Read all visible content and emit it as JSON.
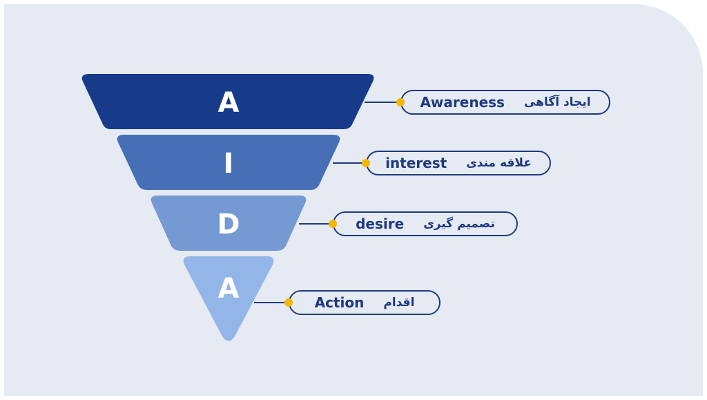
{
  "colors": {
    "background": "#e6eaf3",
    "level_1": "#173a8a",
    "level_2": "#466fb5",
    "level_3": "#7599d2",
    "level_4": "#93b5e8",
    "outline": "#1d3a7e",
    "dot": "#f5b800"
  },
  "funnel": {
    "levels": [
      {
        "letter": "A",
        "english": "Awareness",
        "persian": "ایجاد آگاهی"
      },
      {
        "letter": "I",
        "english": "interest",
        "persian": "علاقه مندی"
      },
      {
        "letter": "D",
        "english": "desire",
        "persian": "تصمیم گیری"
      },
      {
        "letter": "A",
        "english": "Action",
        "persian": "اقدام"
      }
    ]
  }
}
